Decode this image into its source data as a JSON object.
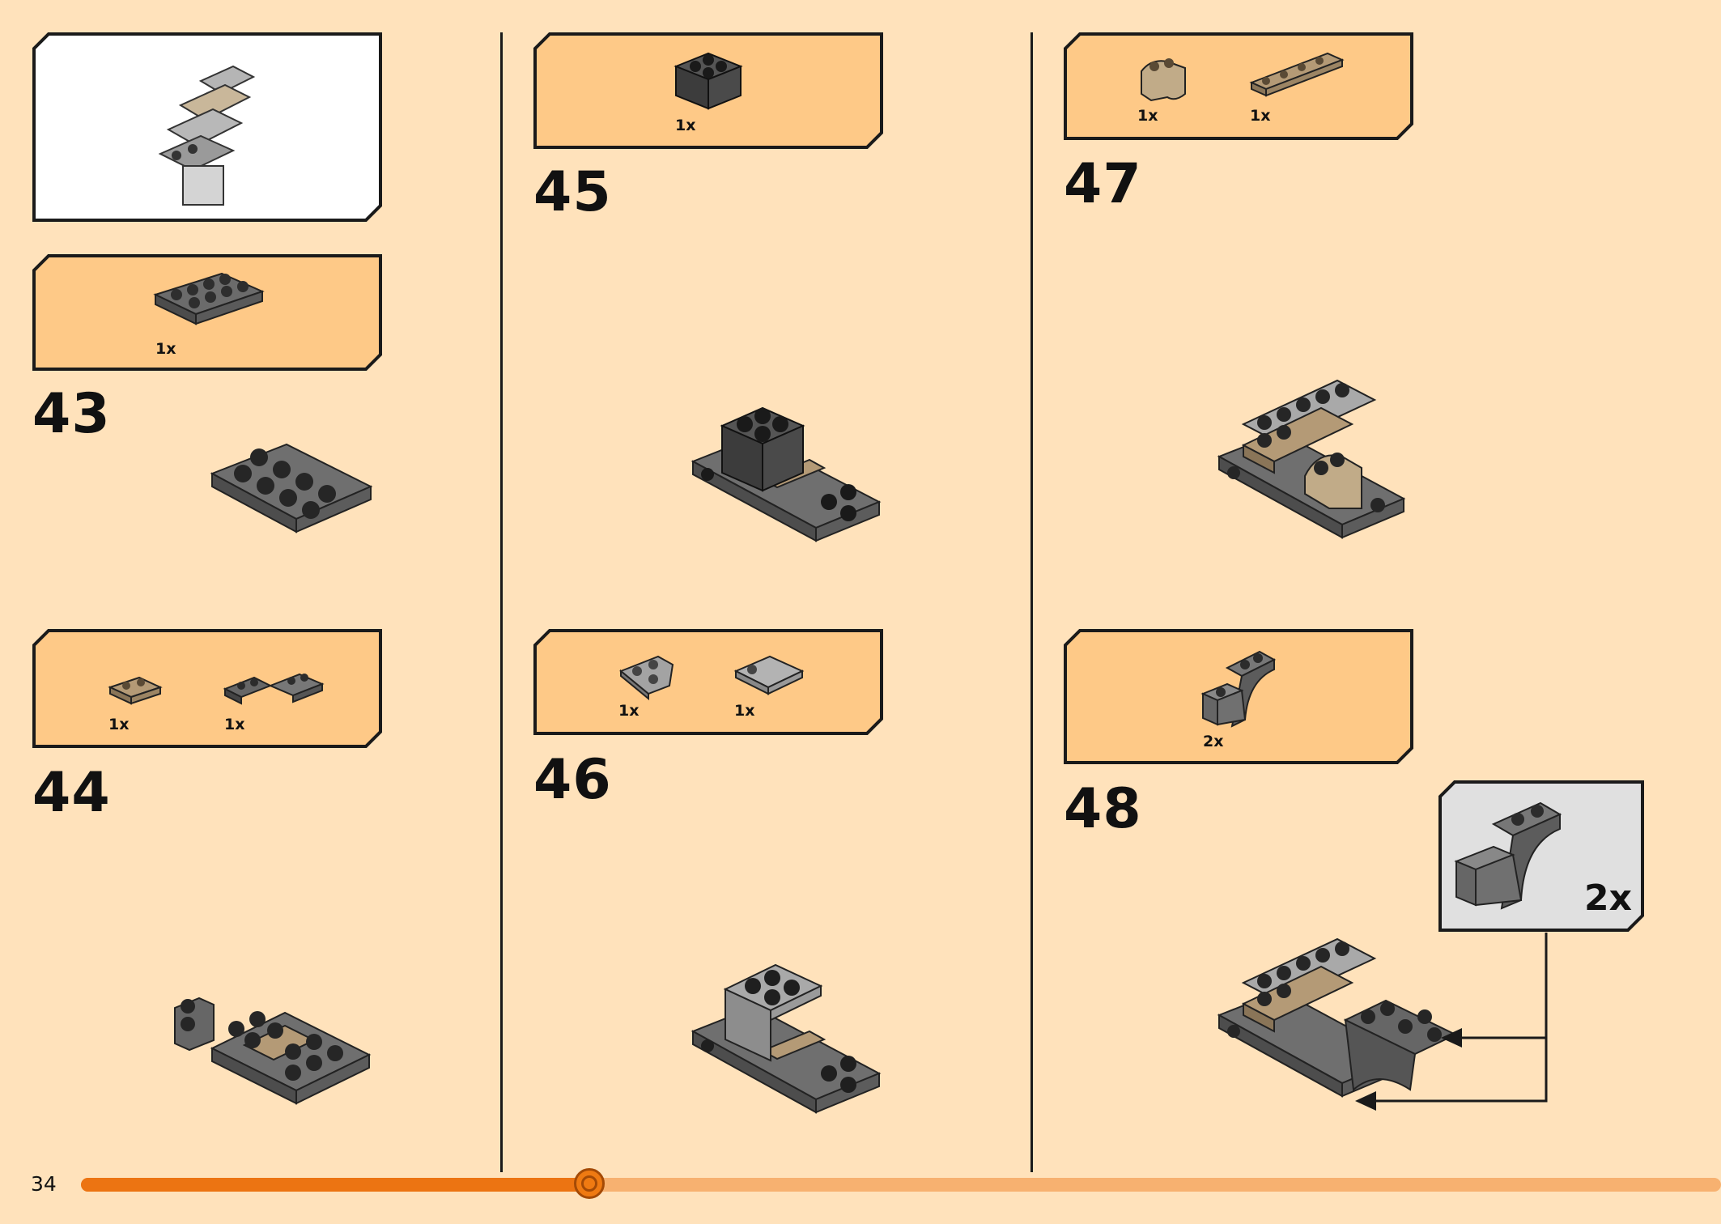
{
  "page": {
    "number": "34"
  },
  "progress": {
    "fraction": 0.31
  },
  "colors": {
    "background": "#ffe2bb",
    "callout": "#fec987",
    "accent": "#ec7412",
    "accent_light": "#f7b170"
  },
  "steps": [
    {
      "number": "43",
      "parts": [
        {
          "qty": "1x",
          "icon": "dark-gray-plate-2x4-icon"
        }
      ]
    },
    {
      "number": "44",
      "parts": [
        {
          "qty": "1x",
          "icon": "tan-plate-1x2-icon"
        },
        {
          "qty": "1x",
          "icon": "dark-gray-hinge-plate-icon"
        }
      ]
    },
    {
      "number": "45",
      "parts": [
        {
          "qty": "1x",
          "icon": "black-brick-2x2-icon"
        }
      ]
    },
    {
      "number": "46",
      "parts": [
        {
          "qty": "1x",
          "icon": "light-gray-wedge-plate-icon"
        },
        {
          "qty": "1x",
          "icon": "light-gray-tile-2x2-icon"
        }
      ]
    },
    {
      "number": "47",
      "parts": [
        {
          "qty": "1x",
          "icon": "tan-curved-brick-icon"
        },
        {
          "qty": "1x",
          "icon": "tan-plate-1x4-icon"
        }
      ]
    },
    {
      "number": "48",
      "parts": [
        {
          "qty": "2x",
          "icon": "dark-gray-arch-bracket-icon"
        }
      ],
      "detail_qty": "2x"
    }
  ]
}
